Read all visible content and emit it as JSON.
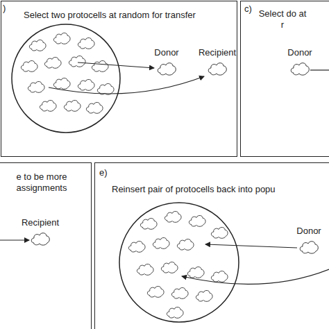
{
  "diagram": {
    "nodes": [
      {
        "text": [
          ")",
          "Select two protocells at random for transfer"
        ]
      },
      {
        "text": [
          "Donor"
        ],
        "in": 0
      },
      {
        "text": [
          "Recipient"
        ],
        "in": 0
      },
      {
        "text": [
          "c)",
          "Select do at r"
        ]
      },
      {
        "text": [
          "Donor"
        ],
        "in": 3
      },
      {
        "text": [
          "e to be more assignments"
        ]
      },
      {
        "text": [
          "Recipient"
        ],
        "in": 5
      },
      {
        "text": [
          "e)",
          "Reinsert pair of protocells back into popu"
        ]
      },
      {
        "text": [
          "Donor"
        ],
        "in": 7
      }
    ]
  }
}
